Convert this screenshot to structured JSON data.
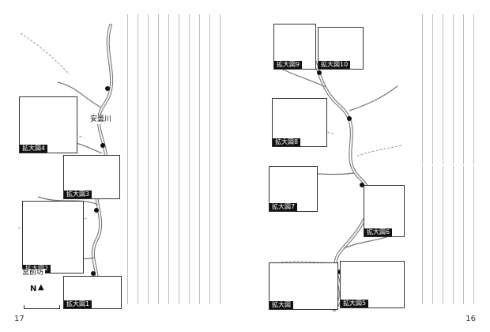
{
  "pages": {
    "left": {
      "number": "17"
    },
    "right": {
      "number": "16"
    }
  },
  "left_map": {
    "river_label": "安曇川",
    "callouts": [
      {
        "label": "拡大図4"
      },
      {
        "label": "拡大図3"
      },
      {
        "label": "拡大図2"
      },
      {
        "label": "拡大図1"
      }
    ],
    "compass": {
      "label": "N"
    },
    "place_label": "宮前坊"
  },
  "right_map": {
    "callouts": [
      {
        "label": "拡大図9"
      },
      {
        "label": "拡大図10"
      },
      {
        "label": "拡大図8"
      },
      {
        "label": "拡大図7"
      },
      {
        "label": "拡大図6"
      },
      {
        "label": "拡大図5"
      },
      {
        "label": "拡大図"
      }
    ]
  }
}
